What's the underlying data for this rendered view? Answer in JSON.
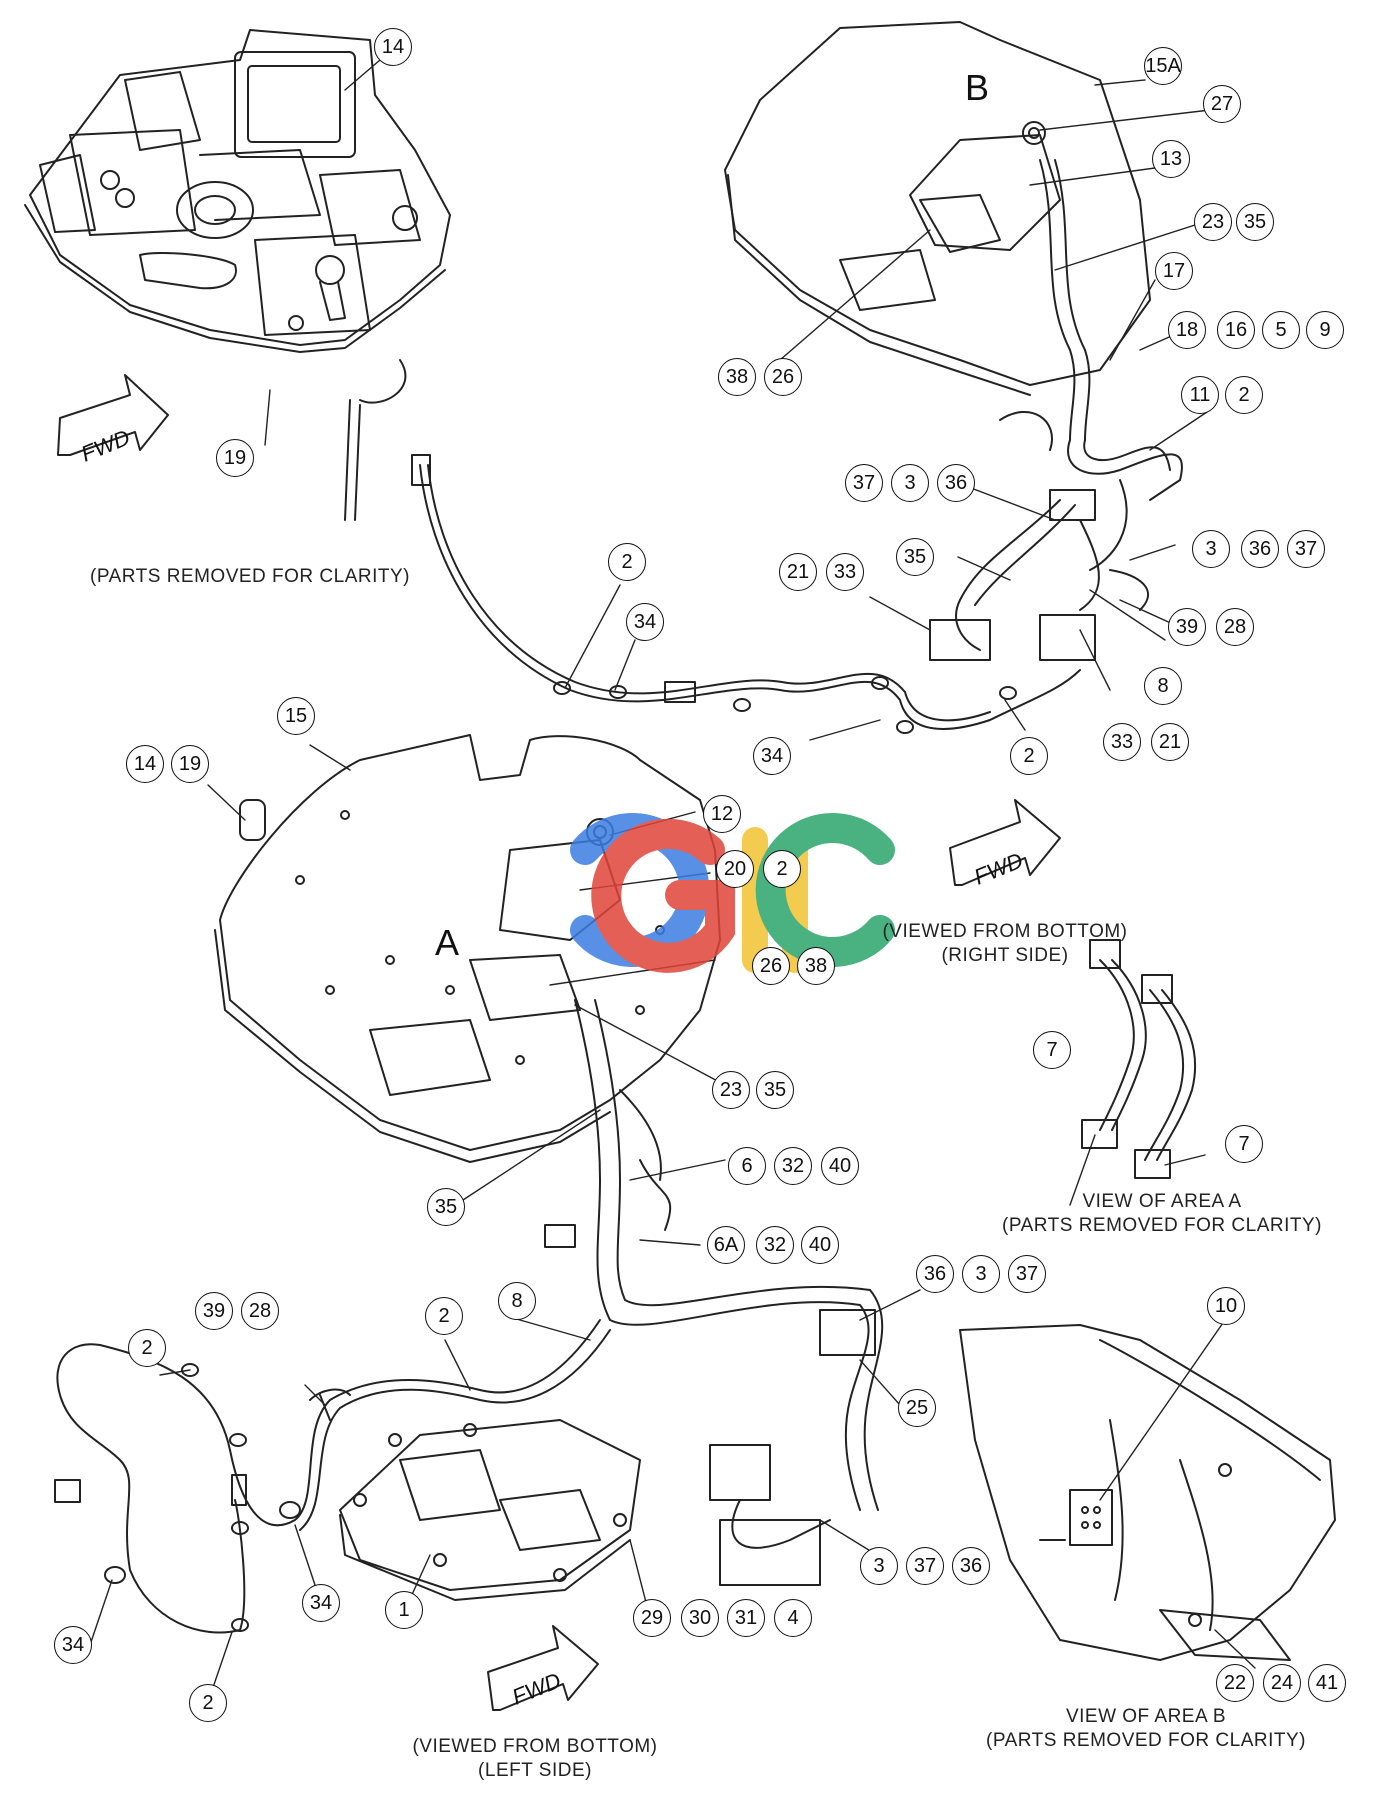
{
  "callouts": [
    "14",
    "15A",
    "27",
    "13",
    "23",
    "35",
    "17",
    "18",
    "16",
    "5",
    "9",
    "11",
    "2",
    "37",
    "3",
    "36",
    "38",
    "26",
    "19",
    "2",
    "34",
    "21",
    "33",
    "35",
    "3",
    "36",
    "37",
    "39",
    "28",
    "8",
    "33",
    "21",
    "34",
    "2",
    "15",
    "14",
    "19",
    "12",
    "20",
    "2",
    "26",
    "38",
    "23",
    "35",
    "7",
    "7",
    "6",
    "32",
    "40",
    "35",
    "6A",
    "32",
    "40",
    "36",
    "3",
    "37",
    "39",
    "28",
    "2",
    "8",
    "2",
    "25",
    "1",
    "34",
    "34",
    "2",
    "29",
    "30",
    "31",
    "4",
    "3",
    "37",
    "36",
    "10",
    "22",
    "24",
    "41"
  ],
  "captions": {
    "top_left": "(PARTS REMOVED FOR CLARITY)",
    "right_line1": "(VIEWED FROM BOTTOM)",
    "right_line2": "(RIGHT SIDE)",
    "area_a_line1": "VIEW OF AREA A",
    "area_a_line2": "(PARTS REMOVED FOR CLARITY)",
    "left_line1": "(VIEWED FROM BOTTOM)",
    "left_line2": "(LEFT SIDE)",
    "area_b_line1": "VIEW OF AREA B",
    "area_b_line2": "(PARTS REMOVED FOR CLARITY)"
  },
  "area_labels": {
    "a": "A",
    "b": "B"
  },
  "fwd_label": "FWD",
  "watermark": {
    "text": "CGHC",
    "colors": [
      "#3a7de0",
      "#e0453a",
      "#f2c230",
      "#2aa56a"
    ]
  }
}
